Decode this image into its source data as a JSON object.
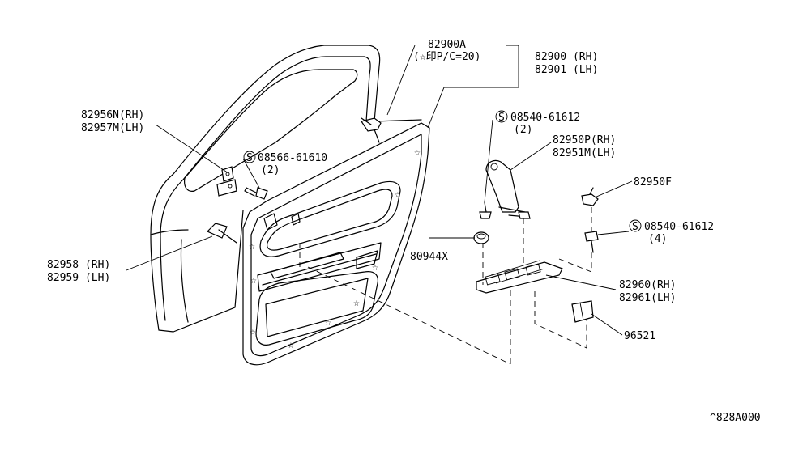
{
  "diagram_id": "^828A000",
  "parts": {
    "trim_panel": {
      "code": "82900A",
      "note": "(☆印P/C=20)",
      "rh": "82900 (RH)",
      "lh": "82901 (LH)"
    },
    "bracket": {
      "rh": "82956N(RH)",
      "lh": "82957M(LH)"
    },
    "screw_1": {
      "code": "08566-61610",
      "qty": "(2)"
    },
    "screw_2": {
      "code": "08540-61612",
      "qty": "(2)"
    },
    "pull_handle": {
      "rh": "82950P(RH)",
      "lh": "82951M(LH)"
    },
    "clip_f": {
      "code": "82950F"
    },
    "screw_3": {
      "code": "08540-61612",
      "qty": "(4)"
    },
    "plug": {
      "code": "80944X"
    },
    "pocket": {
      "rh": "82958 (RH)",
      "lh": "82959 (LH)"
    },
    "armrest_finisher": {
      "rh": "82960(RH)",
      "lh": "82961(LH)"
    },
    "switch": {
      "code": "96521"
    }
  },
  "symbols": {
    "bolt": "S"
  }
}
